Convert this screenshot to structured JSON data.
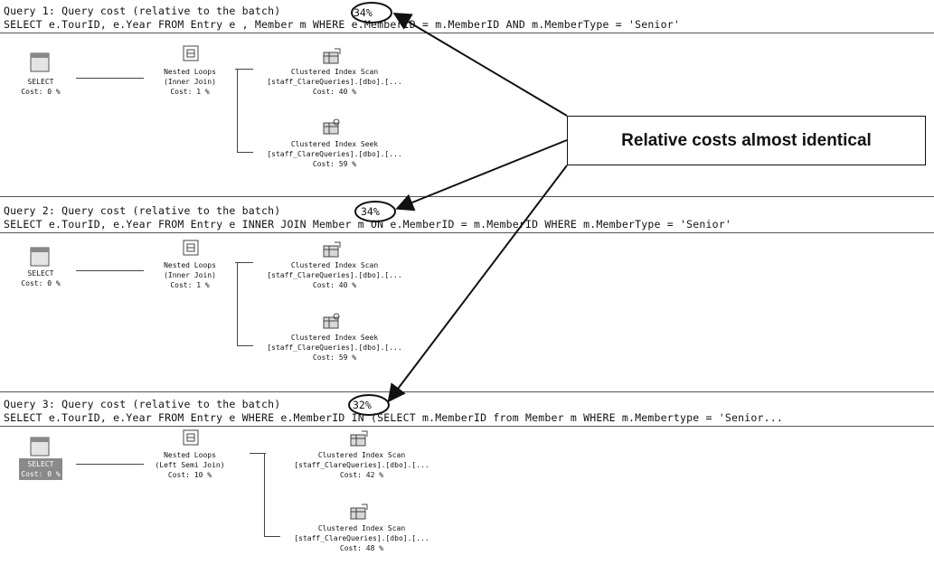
{
  "queries": [
    {
      "title": "Query 1: Query cost (relative to the batch)",
      "pct": "34%",
      "sql": "SELECT e.TourID, e.Year FROM Entry e , Member m WHERE e.MemberID = m.MemberID AND m.MemberType = 'Senior'",
      "select": {
        "label": "SELECT",
        "cost": "Cost: 0 %"
      },
      "join": {
        "label": "Nested Loops",
        "sub": "(Inner Join)",
        "cost": "Cost: 1 %"
      },
      "top": {
        "label": "Clustered Index Scan",
        "table": "[staff_ClareQueries].[dbo].[...",
        "cost": "Cost: 40 %"
      },
      "bottom": {
        "label": "Clustered Index Seek",
        "table": "[staff_ClareQueries].[dbo].[...",
        "cost": "Cost: 59 %"
      }
    },
    {
      "title": "Query 2: Query cost (relative to the batch)",
      "pct": "34%",
      "sql": "SELECT e.TourID, e.Year FROM Entry e INNER JOIN Member m ON e.MemberID = m.MemberID WHERE m.MemberType = 'Senior'",
      "select": {
        "label": "SELECT",
        "cost": "Cost: 0 %"
      },
      "join": {
        "label": "Nested Loops",
        "sub": "(Inner Join)",
        "cost": "Cost: 1 %"
      },
      "top": {
        "label": "Clustered Index Scan",
        "table": "[staff_ClareQueries].[dbo].[...",
        "cost": "Cost: 40 %"
      },
      "bottom": {
        "label": "Clustered Index Seek",
        "table": "[staff_ClareQueries].[dbo].[...",
        "cost": "Cost: 59 %"
      }
    },
    {
      "title": "Query 3: Query cost (relative to the batch)",
      "pct": "32%",
      "sql": "SELECT e.TourID, e.Year FROM Entry e WHERE e.MemberID IN (SELECT m.MemberID from Member m WHERE m.Membertype = 'Senior...",
      "select": {
        "label": "SELECT",
        "cost": "Cost: 0 %"
      },
      "join": {
        "label": "Nested Loops",
        "sub": "(Left Semi Join)",
        "cost": "Cost: 10 %"
      },
      "top": {
        "label": "Clustered Index Scan",
        "table": "[staff_ClareQueries].[dbo].[...",
        "cost": "Cost: 42 %"
      },
      "bottom": {
        "label": "Clustered Index Scan",
        "table": "[staff_ClareQueries].[dbo].[...",
        "cost": "Cost: 48 %"
      }
    }
  ],
  "callout": {
    "text": "Relative costs almost identical"
  },
  "colors": {
    "line": "#444444",
    "selected_bg": "#8a8a8a",
    "icon_fill": "#d8d8d8"
  },
  "icons": [
    "select-icon",
    "nested-loops-icon",
    "clustered-index-scan-icon",
    "clustered-index-seek-icon"
  ]
}
